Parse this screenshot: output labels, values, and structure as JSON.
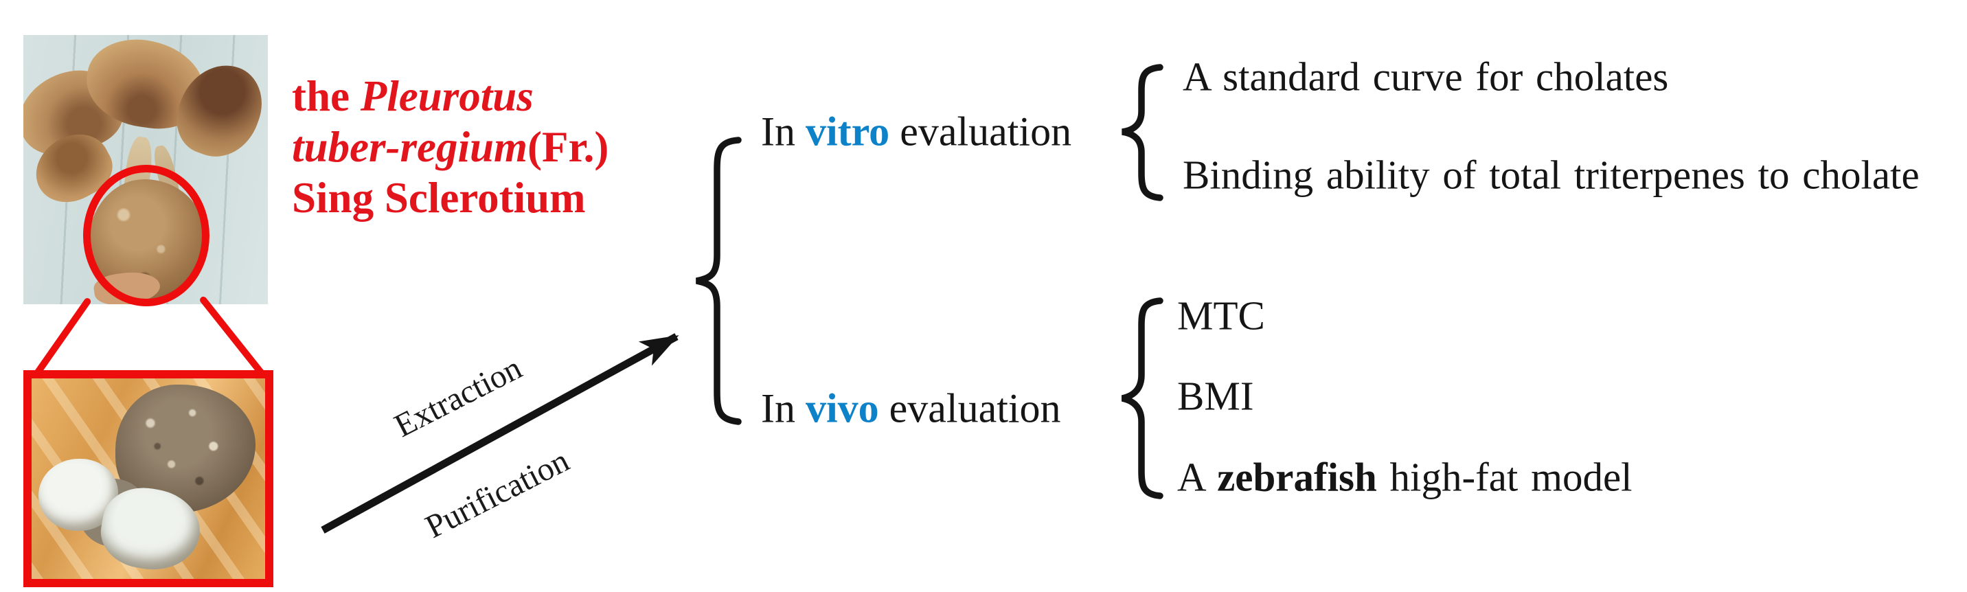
{
  "colors": {
    "annotation_red": "#ee0d0d",
    "title_red": "#e2151d",
    "keyword_blue": "#0e82c9",
    "ink_black": "#1a1a1a"
  },
  "species_label": {
    "line1_regular": "the ",
    "line1_italic": "Pleurotus",
    "line2_italic": "tuber-regium",
    "line2_regular": "(Fr.)",
    "line3": "Sing Sclerotium"
  },
  "process_arrow": {
    "label_above": "Extraction",
    "label_below": "Purification"
  },
  "evaluations": {
    "vitro": {
      "prefix": "In ",
      "keyword": "vitro",
      "suffix": " evaluation",
      "items": [
        "A standard curve for cholates",
        "Binding ability of total triterpenes to cholate"
      ]
    },
    "vivo": {
      "prefix": "In ",
      "keyword": "vivo",
      "suffix": " evaluation",
      "items": [
        "MTC",
        "BMI"
      ],
      "item_zebrafish": {
        "pre": "A ",
        "bold": "zebrafish",
        "post": " high-fat model"
      }
    }
  }
}
